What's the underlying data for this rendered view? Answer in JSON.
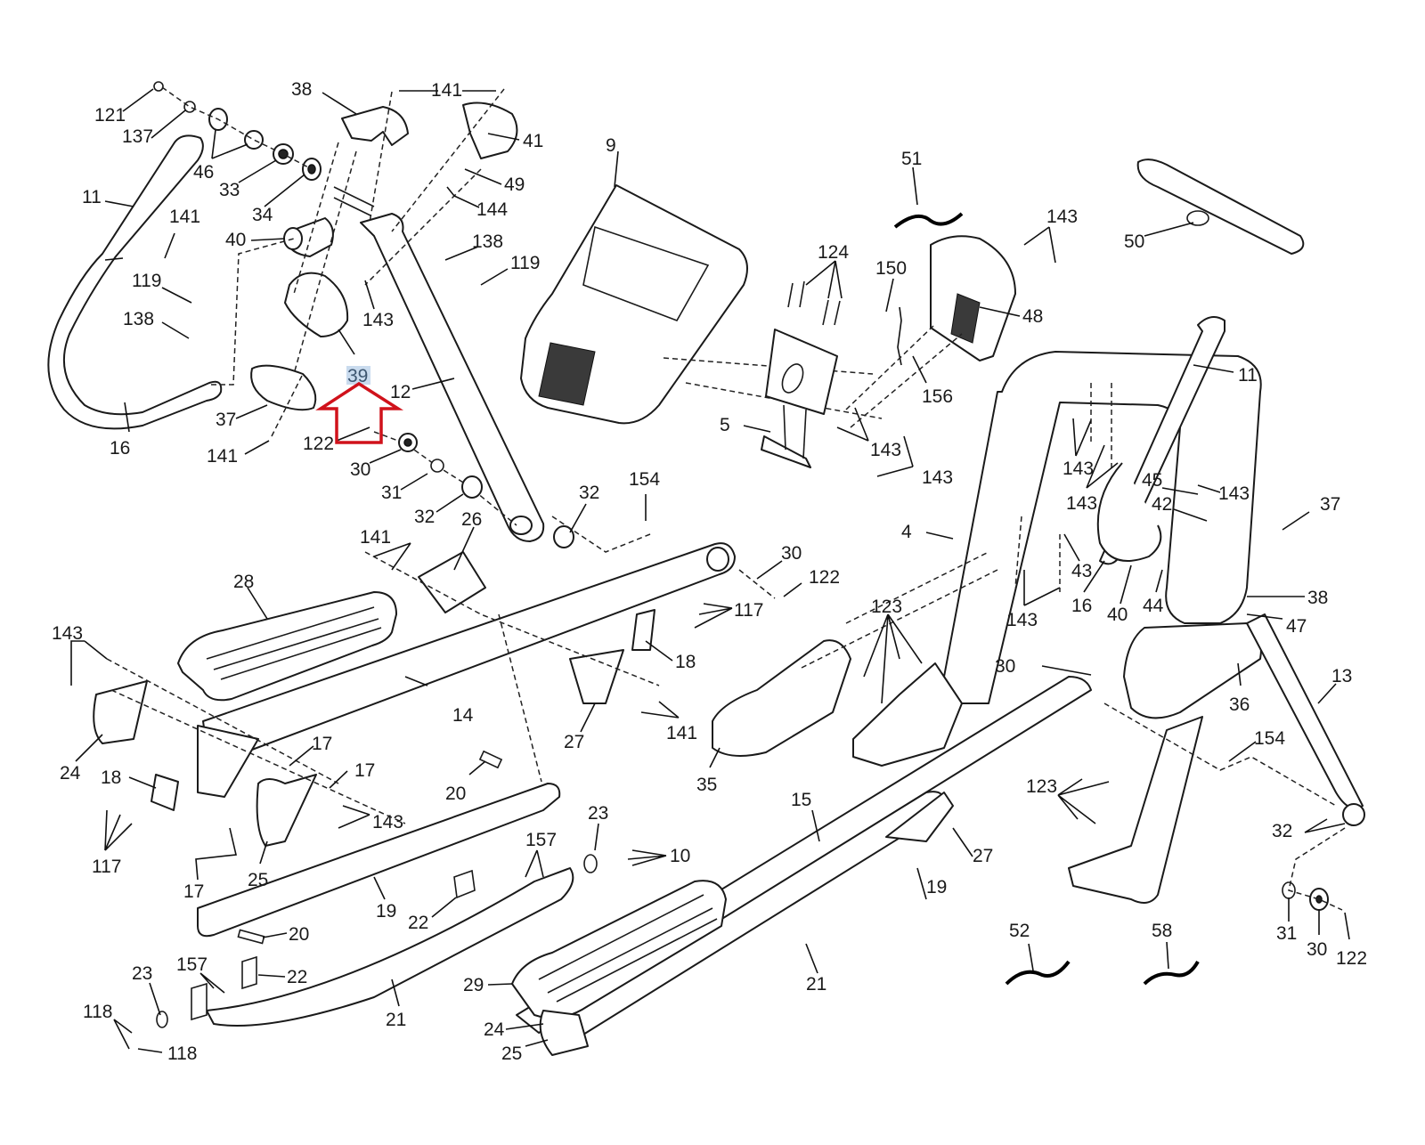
{
  "diagram": {
    "type": "exploded-parts-diagram",
    "subject": "elliptical trainer",
    "highlight": {
      "label": "39",
      "indicator": "red-up-arrow-outline",
      "highlight_color": "#c9dbee",
      "arrow_color": "#d0121b"
    },
    "labels": {
      "p121": "121",
      "p137": "137",
      "p46": "46",
      "p33": "33",
      "p34": "34",
      "p38a": "38",
      "p141a": "141",
      "p41": "41",
      "p49": "49",
      "p144": "144",
      "p11a": "11",
      "p141b": "141",
      "p40a": "40",
      "p138a": "138",
      "p119a": "119",
      "p119b": "119",
      "p138b": "138",
      "p143a": "143",
      "p39": "39",
      "p12": "12",
      "p37a": "37",
      "p16a": "16",
      "p141c": "141",
      "p122a": "122",
      "p30a": "30",
      "p31a": "31",
      "p32a": "32",
      "p32b": "32",
      "p9": "9",
      "p51": "51",
      "p124": "124",
      "p150": "150",
      "p143b": "143",
      "p48": "48",
      "p50": "50",
      "p156": "156",
      "p5": "5",
      "p143c": "143",
      "p143d": "143",
      "p11b": "11",
      "p143e": "143",
      "p143f": "143",
      "p45": "45",
      "p143g": "143",
      "p42": "42",
      "p37b": "37",
      "p154a": "154",
      "p26": "26",
      "p141d": "141",
      "p28": "28",
      "p30b": "30",
      "p122b": "122",
      "p117a": "117",
      "p4": "4",
      "p123a": "123",
      "p43": "43",
      "p143h": "143",
      "p16b": "16",
      "p40b": "40",
      "p44": "44",
      "p38b": "38",
      "p47": "47",
      "p18a": "18",
      "p143i": "143",
      "p14": "14",
      "p141e": "141",
      "p27a": "27",
      "p30c": "30",
      "p36": "36",
      "p13": "13",
      "p24a": "24",
      "p18b": "18",
      "p17a": "17",
      "p17b": "17",
      "p143j": "143",
      "p117b": "117",
      "p20a": "20",
      "p35": "35",
      "p154b": "154",
      "p15": "15",
      "p123b": "123",
      "p23a": "23",
      "p157a": "157",
      "p10": "10",
      "p17c": "17",
      "p25a": "25",
      "p19a": "19",
      "p22a": "22",
      "p27b": "27",
      "p19b": "19",
      "p32c": "32",
      "p20b": "20",
      "p52": "52",
      "p58": "58",
      "p157b": "157",
      "p23b": "23",
      "p22b": "22",
      "p29": "29",
      "p21a": "21",
      "p21b": "21",
      "p31b": "31",
      "p30d": "30",
      "p122c": "122",
      "p118a": "118",
      "p118b": "118",
      "p24b": "24",
      "p25b": "25"
    }
  }
}
